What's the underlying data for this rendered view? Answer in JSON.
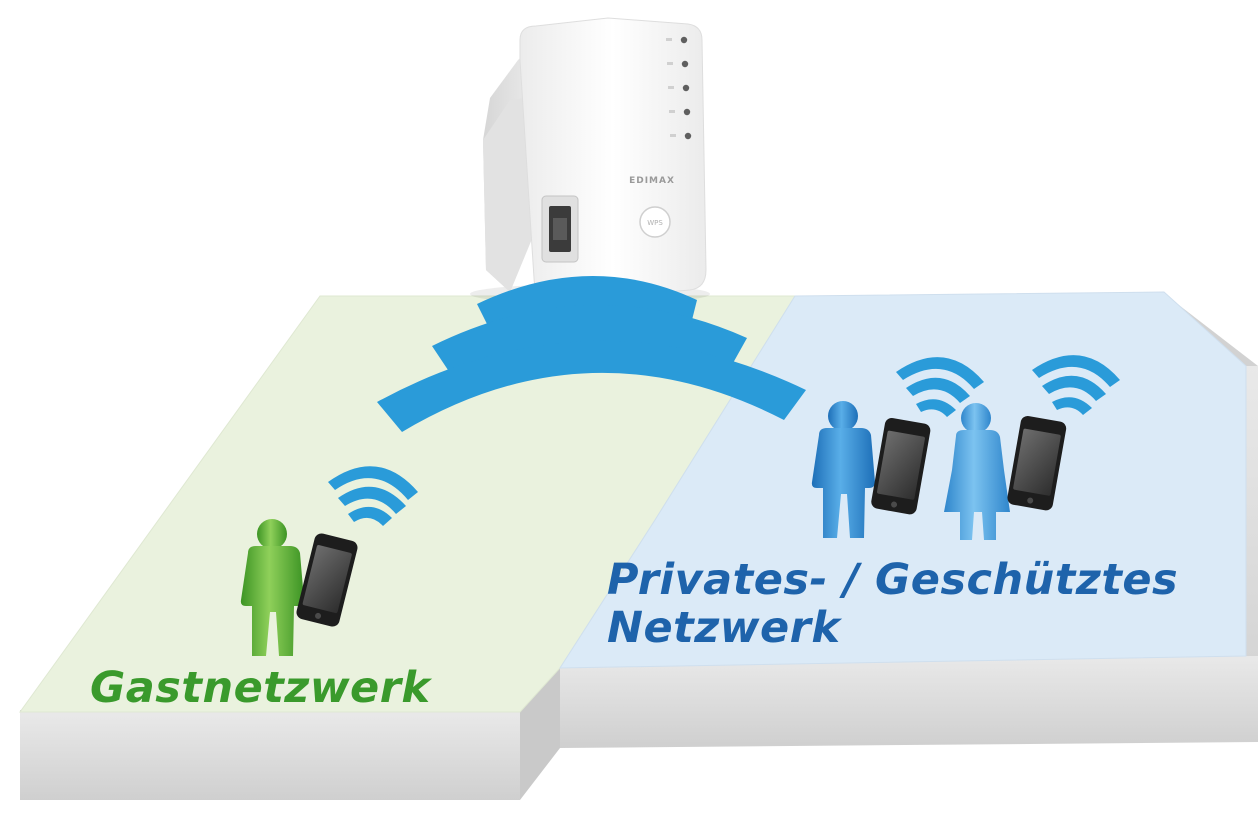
{
  "zones": {
    "guest": {
      "label": "Gastnetzwerk",
      "color": "#3a9a2c",
      "floor_color": "#eaf2de"
    },
    "private": {
      "label_line1": "Privates- / Geschütztes",
      "label_line2": "Netzwerk",
      "color": "#1e63ab",
      "floor_color": "#dbeaf7"
    }
  },
  "device": {
    "brand": "EDIMAX",
    "button_text": "WPS",
    "led_count": 5,
    "body_color": "#f4f4f4"
  },
  "signal_color": "#2a9bd9",
  "people": [
    {
      "zone": "guest",
      "figure": "man",
      "color": "#5aae30"
    },
    {
      "zone": "private",
      "figure": "man",
      "color": "#2f86c9"
    },
    {
      "zone": "private",
      "figure": "woman",
      "color": "#4aa0dc"
    }
  ]
}
